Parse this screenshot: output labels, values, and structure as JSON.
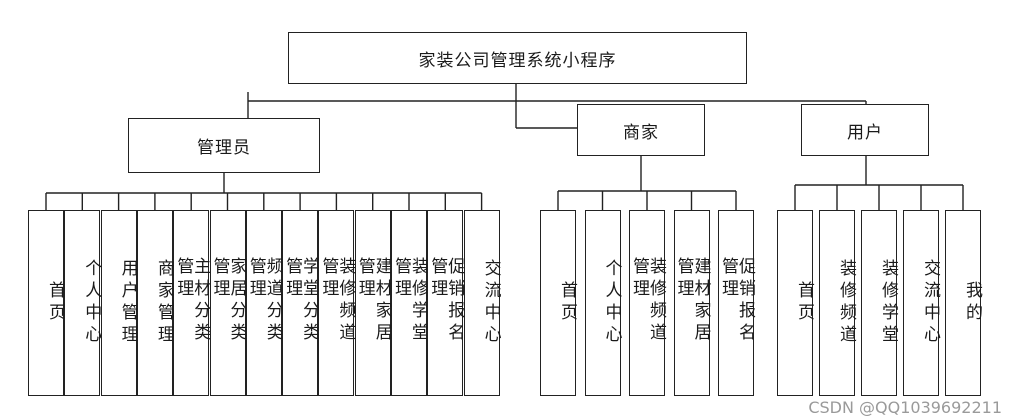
{
  "root": "家装公司管理系统小程序",
  "roles": {
    "admin": {
      "label": "管理员",
      "children": [
        "首页",
        "个人中心",
        "用户管理",
        "商家管理",
        "主材分类管理",
        "家居分类管理",
        "频道分类管理",
        "学堂分类管理",
        "装修频道管理",
        "建材家居管理",
        "装修学堂管理",
        "促销报名管理",
        "交流中心"
      ]
    },
    "merchant": {
      "label": "商家",
      "children": [
        "首页",
        "个人中心",
        "装修频道管理",
        "建材家居管理",
        "促销报名管理"
      ]
    },
    "user": {
      "label": "用户",
      "children": [
        "首页",
        "装修频道",
        "装修学堂",
        "交流中心",
        "我的"
      ]
    }
  },
  "watermark": "CSDN @QQ1039692211"
}
